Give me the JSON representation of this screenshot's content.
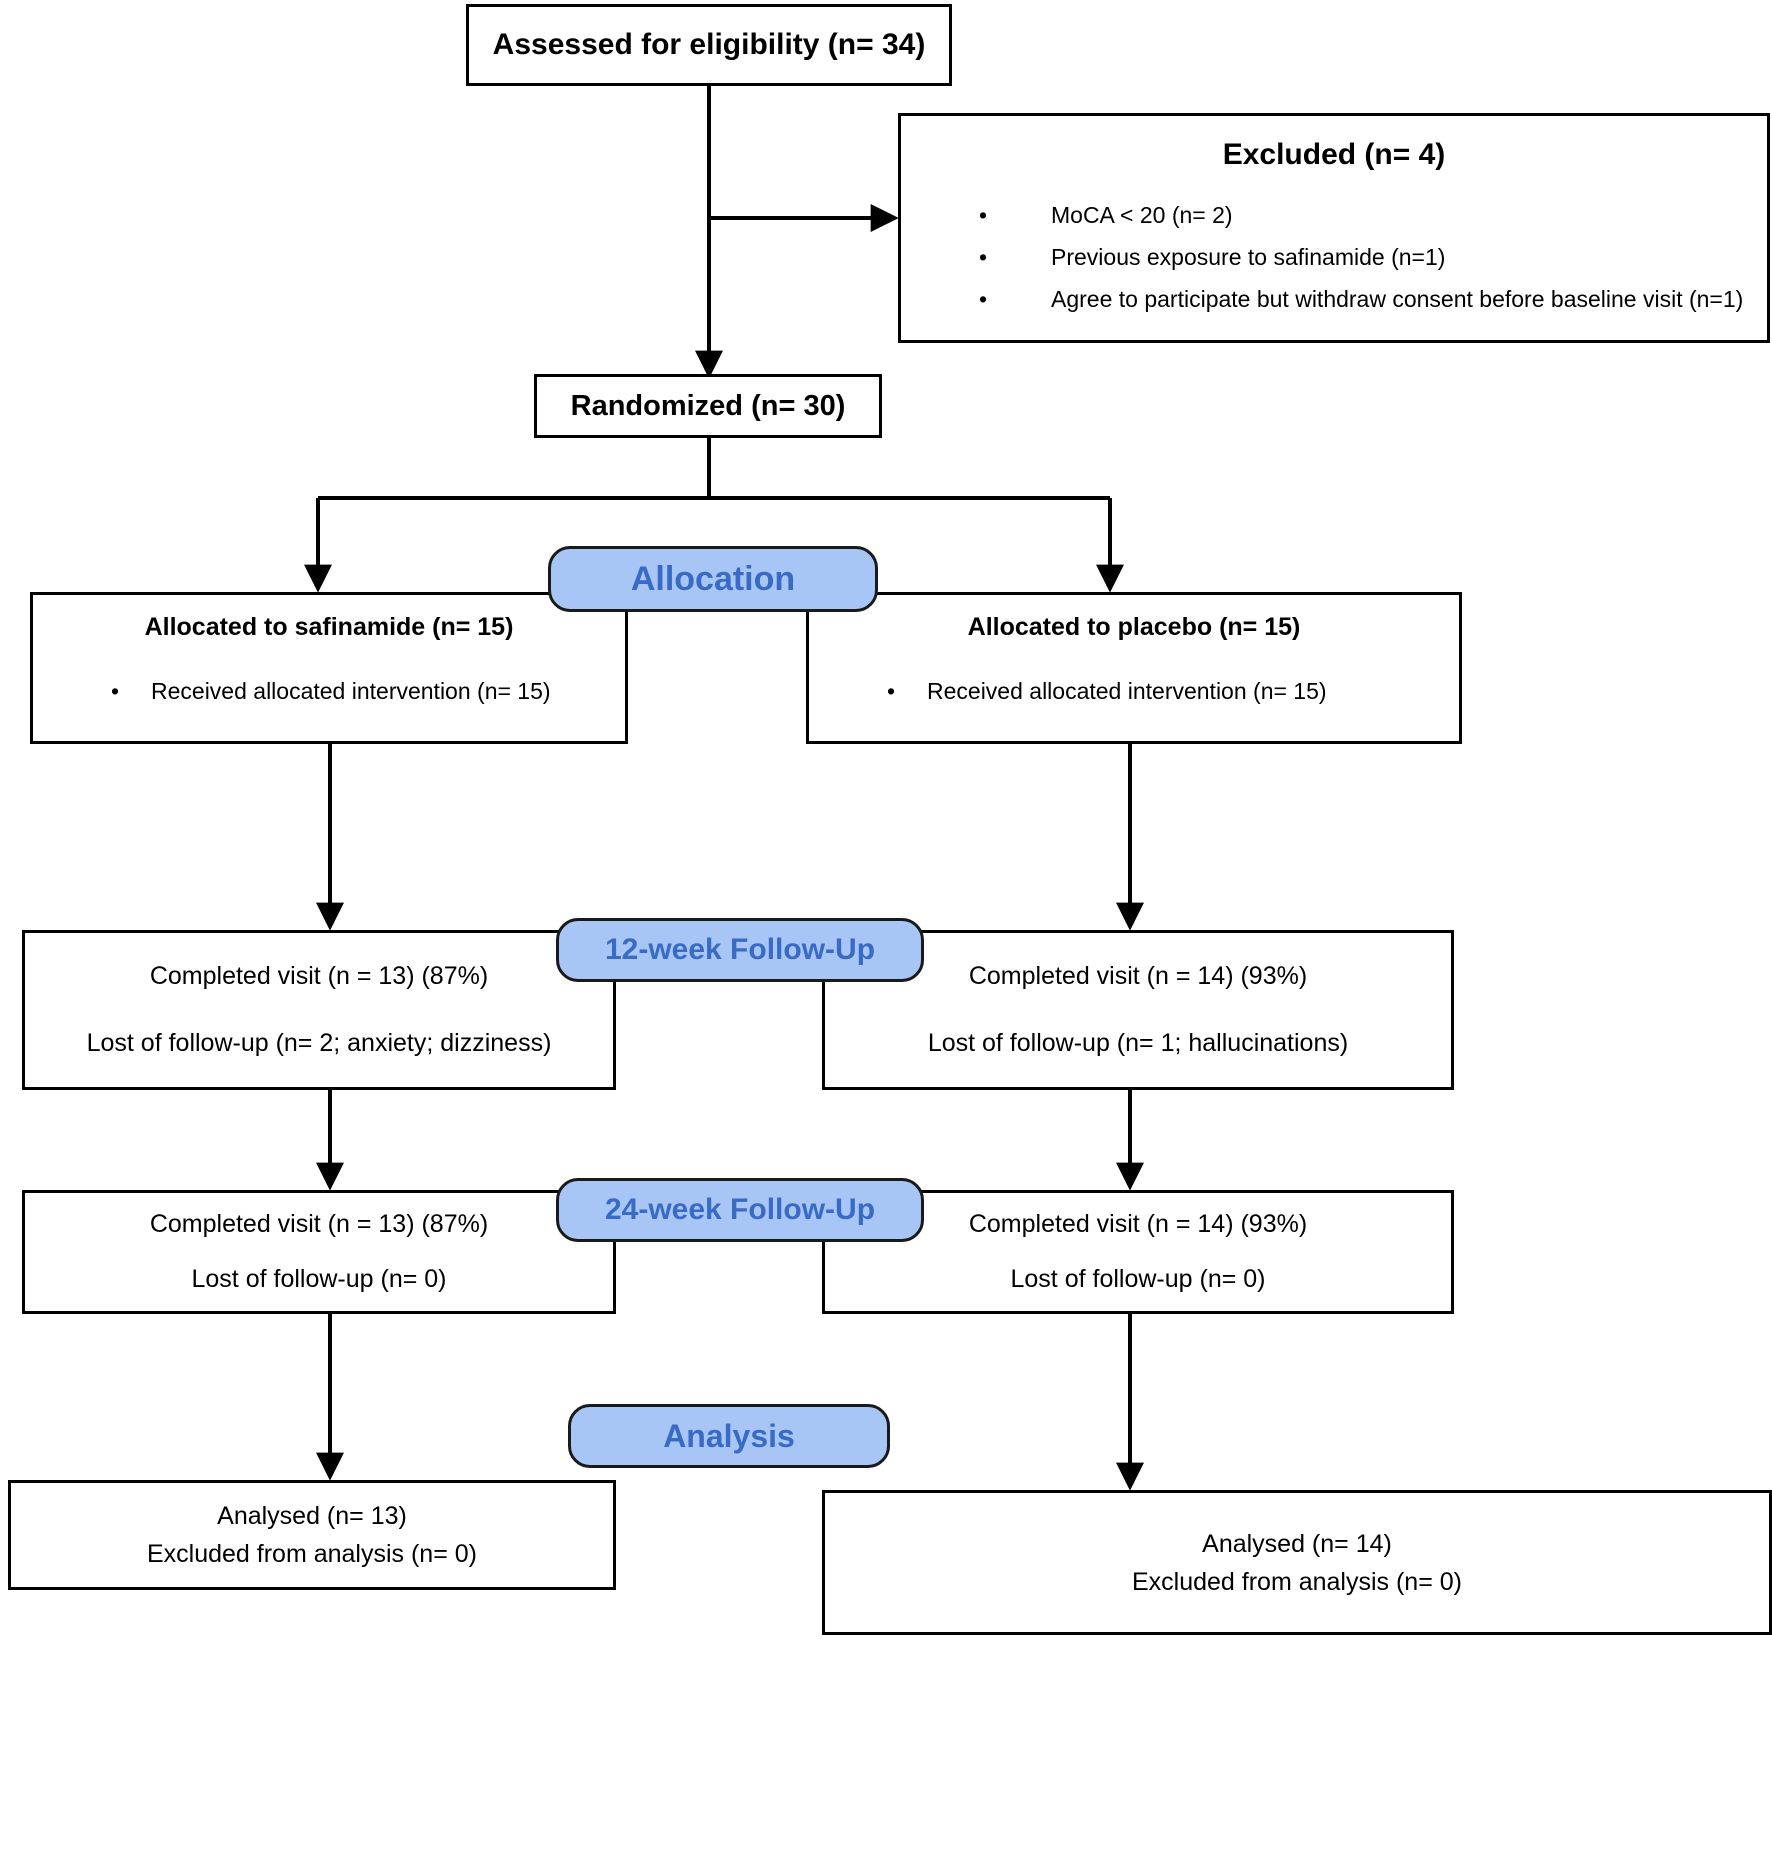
{
  "diagram": {
    "type": "consort-flow-diagram",
    "title": "CONSORT participant flow diagram"
  },
  "colors": {
    "stage_label_fill": "#A8C6F5",
    "stage_label_text": "#3A6BC4",
    "box_border": "#000000",
    "box_fill": "#FFFFFF",
    "text": "#000000"
  },
  "nodes": {
    "eligibility": {
      "title": "Assessed for eligibility (n= 34)"
    },
    "excluded": {
      "title": "Excluded (n= 4)",
      "bullets": [
        "MoCA < 20 (n= 2)",
        "Previous exposure to safinamide (n=1)",
        "Agree to participate but withdraw consent before baseline visit (n=1)"
      ]
    },
    "randomized": {
      "title": "Randomized (n= 30)"
    },
    "allocation_left": {
      "title": "Allocated to safinamide (n= 15)",
      "bullets": [
        "Received allocated intervention (n= 15)"
      ]
    },
    "allocation_right": {
      "title": "Allocated to placebo (n= 15)",
      "bullets": [
        "Received allocated intervention (n= 15)"
      ]
    },
    "followup12_left": {
      "line1": "Completed visit (n = 13) (87%)",
      "line2": "Lost of follow-up (n= 2; anxiety; dizziness)"
    },
    "followup12_right": {
      "line1": "Completed visit (n = 14) (93%)",
      "line2": "Lost of follow-up (n= 1; hallucinations)"
    },
    "followup24_left": {
      "line1": "Completed visit (n = 13) (87%)",
      "line2": "Lost of follow-up (n= 0)"
    },
    "followup24_right": {
      "line1": "Completed visit (n = 14) (93%)",
      "line2": "Lost of follow-up (n= 0)"
    },
    "analysis_left": {
      "line1": "Analysed (n= 13)",
      "line2": "Excluded from analysis (n= 0)"
    },
    "analysis_right": {
      "line1": "Analysed (n= 14)",
      "line2": "Excluded from analysis (n= 0)"
    }
  },
  "stage_labels": {
    "allocation": "Allocation",
    "followup12": "12-week Follow-Up",
    "followup24": "24-week Follow-Up",
    "analysis": "Analysis"
  },
  "bullet_glyph": "•"
}
